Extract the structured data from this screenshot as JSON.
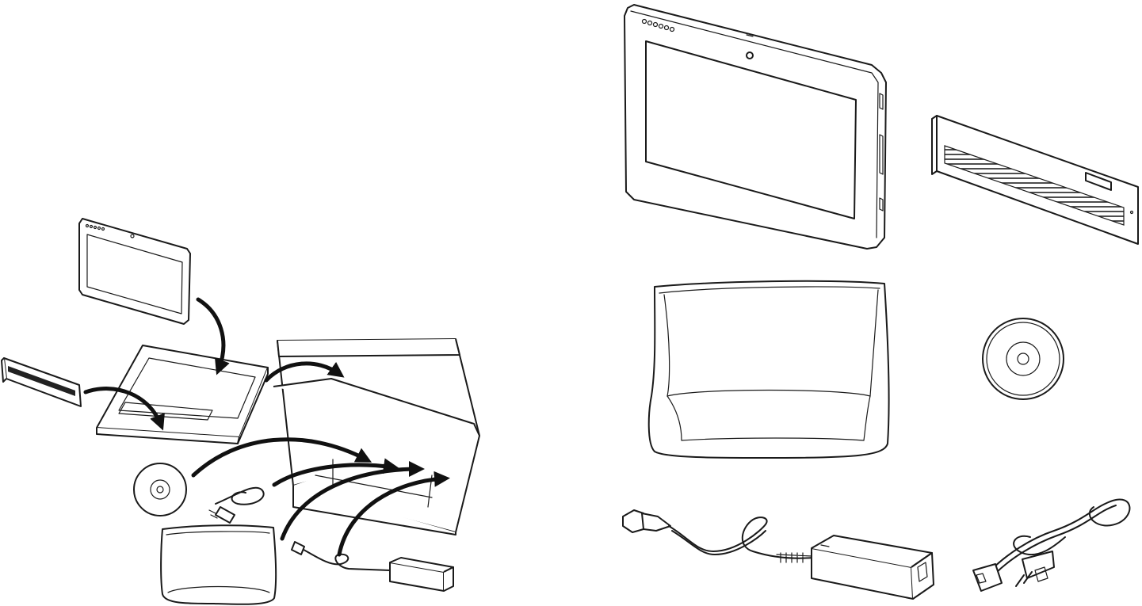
{
  "figure": {
    "left_panel": "packing-procedure",
    "right_panel": "package-contents",
    "items": [
      {
        "id": "tablet",
        "icon": "tablet-icon"
      },
      {
        "id": "accessory-bar",
        "icon": "accessory-bar-icon"
      },
      {
        "id": "carrying-sleeve",
        "icon": "sleeve-icon"
      },
      {
        "id": "disc",
        "icon": "disc-icon"
      },
      {
        "id": "ac-adapter",
        "icon": "ac-adapter-icon"
      },
      {
        "id": "power-cord",
        "icon": "power-cord-icon"
      }
    ],
    "colors": {
      "line": "#1a1a1a",
      "background": "#ffffff",
      "arrow": "#111111"
    }
  }
}
